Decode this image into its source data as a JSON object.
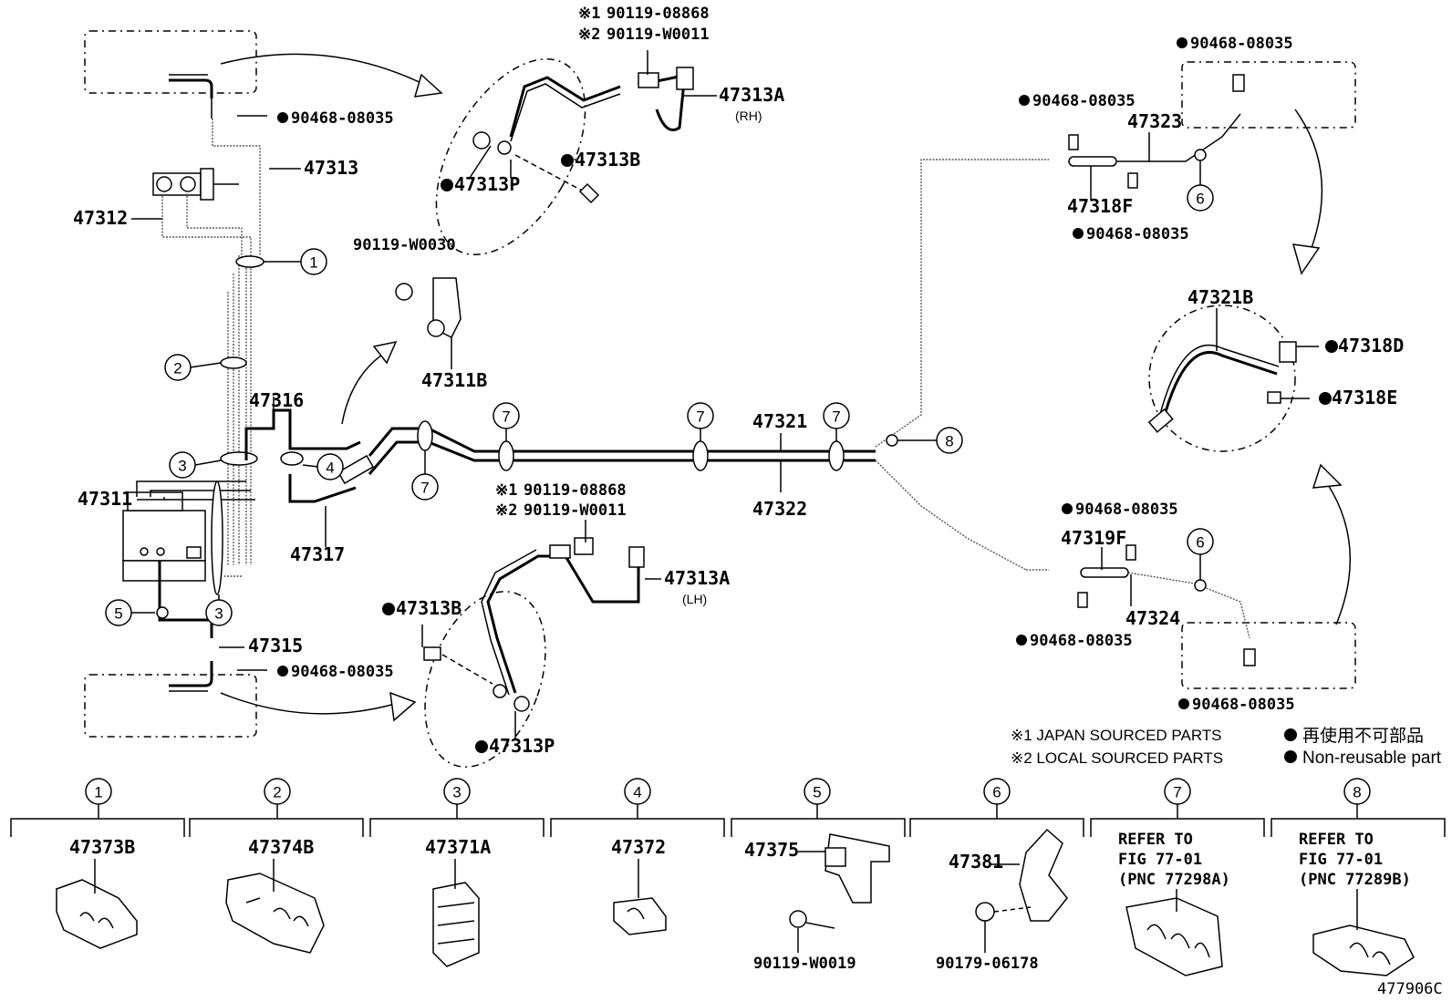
{
  "parts": {
    "p47313A_rh": "47313A",
    "rh": "(RH)",
    "p47313A_lh": "47313A",
    "lh": "(LH)",
    "p47313B_top": "47313B",
    "p47313P_top": "47313P",
    "p47313B_bot": "47313B",
    "p47313P_bot": "47313P",
    "p47313": "47313",
    "p47312": "47312",
    "p47311": "47311",
    "p47311B": "47311B",
    "p47316": "47316",
    "p47317": "47317",
    "p47315": "47315",
    "p47321": "47321",
    "p47322": "47322",
    "p47323": "47323",
    "p47324": "47324",
    "p47318F": "47318F",
    "p47319F": "47319F",
    "p47321B": "47321B",
    "p47318D": "47318D",
    "p47318E": "47318E",
    "p90119_W0030": "90119-W0030",
    "clip_a": "90468-08035",
    "clip_b": "90468-08035",
    "clip_c": "90468-08035",
    "clip_d": "90468-08035",
    "clip_e": "90468-08035",
    "clip_f": "90468-08035",
    "clip_g": "90468-08035",
    "clip_h": "90468-08035"
  },
  "bolt_top": {
    "l1_mark": "※1",
    "l1": "90119-08868",
    "l2_mark": "※2",
    "l2": "90119-W0011"
  },
  "bolt_mid": {
    "l1_mark": "※1",
    "l1": "90119-08868",
    "l2_mark": "※2",
    "l2": "90119-W0011"
  },
  "callouts": [
    "1",
    "2",
    "3",
    "4",
    "5",
    "6",
    "7",
    "8"
  ],
  "notes": {
    "japan": "※1 JAPAN SOURCED PARTS",
    "local": "※2 LOCAL SOURCED PARTS",
    "nonreuse_jp": "再使用不可部品",
    "nonreuse_en": "Non-reusable part"
  },
  "clamps": [
    {
      "num": "1",
      "part": "47373B"
    },
    {
      "num": "2",
      "part": "47374B"
    },
    {
      "num": "3",
      "part": "47371A"
    },
    {
      "num": "4",
      "part": "47372"
    },
    {
      "num": "5",
      "part": "47375",
      "extra": "90119-W0019"
    },
    {
      "num": "6",
      "part": "47381",
      "extra": "90179-06178"
    },
    {
      "num": "7",
      "ref1": "REFER TO",
      "ref2": "FIG 77-01",
      "ref3": "(PNC 77298A)"
    },
    {
      "num": "8",
      "ref1": "REFER TO",
      "ref2": "FIG 77-01",
      "ref3": "(PNC 77289B)"
    }
  ],
  "figure_id": "477906C"
}
